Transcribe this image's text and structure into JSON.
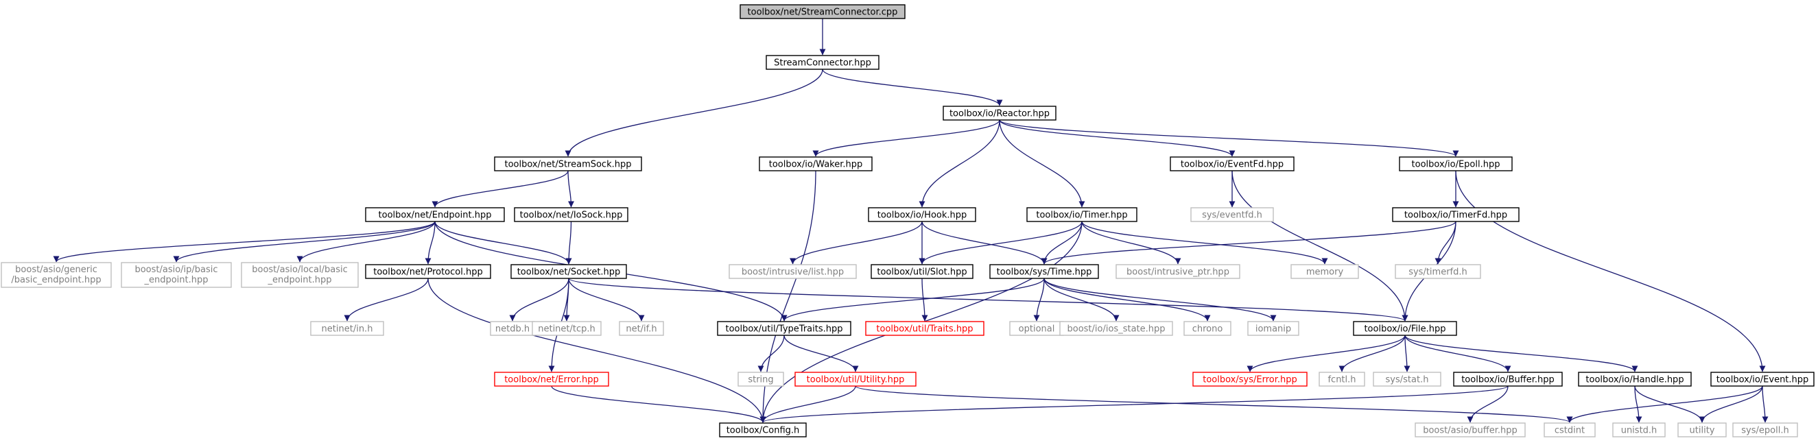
{
  "colors": {
    "edge": "#191970",
    "normal_border": "#000000",
    "normal_text": "#000000",
    "missing_border": "#bfbfbf",
    "missing_text": "#7f7f7f",
    "error_border": "#ff0000",
    "error_text": "#ff0000",
    "root_fill": "#bfbfbf"
  },
  "nodes": [
    {
      "id": "streamconnector_cpp",
      "label": "toolbox/net/StreamConnector.cpp",
      "kind": "root"
    },
    {
      "id": "streamconnector_hpp",
      "label": "StreamConnector.hpp",
      "kind": "normal"
    },
    {
      "id": "reactor",
      "label": "toolbox/io/Reactor.hpp",
      "kind": "normal"
    },
    {
      "id": "streamsock",
      "label": "toolbox/net/StreamSock.hpp",
      "kind": "normal"
    },
    {
      "id": "waker",
      "label": "toolbox/io/Waker.hpp",
      "kind": "normal"
    },
    {
      "id": "eventfd_hpp",
      "label": "toolbox/io/EventFd.hpp",
      "kind": "normal"
    },
    {
      "id": "epoll_hpp",
      "label": "toolbox/io/Epoll.hpp",
      "kind": "normal"
    },
    {
      "id": "endpoint",
      "label": "toolbox/net/Endpoint.hpp",
      "kind": "normal"
    },
    {
      "id": "iosock",
      "label": "toolbox/net/IoSock.hpp",
      "kind": "normal"
    },
    {
      "id": "hook",
      "label": "toolbox/io/Hook.hpp",
      "kind": "normal"
    },
    {
      "id": "timer",
      "label": "toolbox/io/Timer.hpp",
      "kind": "normal"
    },
    {
      "id": "sys_eventfd",
      "label": "sys/eventfd.h",
      "kind": "missing"
    },
    {
      "id": "timerfd_hpp",
      "label": "toolbox/io/TimerFd.hpp",
      "kind": "normal"
    },
    {
      "id": "asio_generic",
      "label": "boost/asio/generic\n/basic_endpoint.hpp",
      "kind": "missing"
    },
    {
      "id": "asio_ip",
      "label": "boost/asio/ip/basic\n_endpoint.hpp",
      "kind": "missing"
    },
    {
      "id": "asio_local",
      "label": "boost/asio/local/basic\n_endpoint.hpp",
      "kind": "missing"
    },
    {
      "id": "protocol",
      "label": "toolbox/net/Protocol.hpp",
      "kind": "normal"
    },
    {
      "id": "socket",
      "label": "toolbox/net/Socket.hpp",
      "kind": "normal"
    },
    {
      "id": "intrusive_list",
      "label": "boost/intrusive/list.hpp",
      "kind": "missing"
    },
    {
      "id": "slot",
      "label": "toolbox/util/Slot.hpp",
      "kind": "normal"
    },
    {
      "id": "time",
      "label": "toolbox/sys/Time.hpp",
      "kind": "normal"
    },
    {
      "id": "intrusive_ptr",
      "label": "boost/intrusive_ptr.hpp",
      "kind": "missing"
    },
    {
      "id": "memory",
      "label": "memory",
      "kind": "missing"
    },
    {
      "id": "sys_timerfd",
      "label": "sys/timerfd.h",
      "kind": "missing"
    },
    {
      "id": "netinet_in",
      "label": "netinet/in.h",
      "kind": "missing"
    },
    {
      "id": "netdb",
      "label": "netdb.h",
      "kind": "missing"
    },
    {
      "id": "netinet_tcp",
      "label": "netinet/tcp.h",
      "kind": "missing"
    },
    {
      "id": "net_if",
      "label": "net/if.h",
      "kind": "missing"
    },
    {
      "id": "typetraits",
      "label": "toolbox/util/TypeTraits.hpp",
      "kind": "normal"
    },
    {
      "id": "traits",
      "label": "toolbox/util/Traits.hpp",
      "kind": "error"
    },
    {
      "id": "optional",
      "label": "optional",
      "kind": "missing"
    },
    {
      "id": "ios_state",
      "label": "boost/io/ios_state.hpp",
      "kind": "missing"
    },
    {
      "id": "chrono",
      "label": "chrono",
      "kind": "missing"
    },
    {
      "id": "iomanip",
      "label": "iomanip",
      "kind": "missing"
    },
    {
      "id": "file",
      "label": "toolbox/io/File.hpp",
      "kind": "normal"
    },
    {
      "id": "net_error",
      "label": "toolbox/net/Error.hpp",
      "kind": "error"
    },
    {
      "id": "string",
      "label": "string",
      "kind": "missing"
    },
    {
      "id": "utility_hpp",
      "label": "toolbox/util/Utility.hpp",
      "kind": "error"
    },
    {
      "id": "sys_error",
      "label": "toolbox/sys/Error.hpp",
      "kind": "error"
    },
    {
      "id": "fcntl",
      "label": "fcntl.h",
      "kind": "missing"
    },
    {
      "id": "sys_stat",
      "label": "sys/stat.h",
      "kind": "missing"
    },
    {
      "id": "buffer",
      "label": "toolbox/io/Buffer.hpp",
      "kind": "normal"
    },
    {
      "id": "handle",
      "label": "toolbox/io/Handle.hpp",
      "kind": "normal"
    },
    {
      "id": "event",
      "label": "toolbox/io/Event.hpp",
      "kind": "normal"
    },
    {
      "id": "config",
      "label": "toolbox/Config.h",
      "kind": "normal"
    },
    {
      "id": "asio_buffer",
      "label": "boost/asio/buffer.hpp",
      "kind": "missing"
    },
    {
      "id": "cstdint",
      "label": "cstdint",
      "kind": "missing"
    },
    {
      "id": "unistd",
      "label": "unistd.h",
      "kind": "missing"
    },
    {
      "id": "utility_std",
      "label": "utility",
      "kind": "missing"
    },
    {
      "id": "sys_epoll",
      "label": "sys/epoll.h",
      "kind": "missing"
    }
  ],
  "edges": [
    [
      "streamconnector_cpp",
      "streamconnector_hpp"
    ],
    [
      "streamconnector_hpp",
      "reactor"
    ],
    [
      "streamconnector_hpp",
      "streamsock"
    ],
    [
      "reactor",
      "waker"
    ],
    [
      "reactor",
      "hook"
    ],
    [
      "reactor",
      "timer"
    ],
    [
      "reactor",
      "eventfd_hpp"
    ],
    [
      "reactor",
      "epoll_hpp"
    ],
    [
      "streamsock",
      "endpoint"
    ],
    [
      "streamsock",
      "iosock"
    ],
    [
      "waker",
      "config"
    ],
    [
      "eventfd_hpp",
      "sys_eventfd"
    ],
    [
      "eventfd_hpp",
      "file"
    ],
    [
      "epoll_hpp",
      "timerfd_hpp"
    ],
    [
      "epoll_hpp",
      "event"
    ],
    [
      "endpoint",
      "asio_generic"
    ],
    [
      "endpoint",
      "asio_ip"
    ],
    [
      "endpoint",
      "asio_local"
    ],
    [
      "endpoint",
      "protocol"
    ],
    [
      "endpoint",
      "socket"
    ],
    [
      "endpoint",
      "typetraits"
    ],
    [
      "iosock",
      "socket"
    ],
    [
      "hook",
      "intrusive_list"
    ],
    [
      "hook",
      "slot"
    ],
    [
      "hook",
      "time"
    ],
    [
      "timer",
      "slot"
    ],
    [
      "timer",
      "time"
    ],
    [
      "timer",
      "intrusive_ptr"
    ],
    [
      "timer",
      "memory"
    ],
    [
      "timer",
      "config"
    ],
    [
      "timerfd_hpp",
      "time"
    ],
    [
      "timerfd_hpp",
      "sys_timerfd"
    ],
    [
      "timerfd_hpp",
      "file"
    ],
    [
      "protocol",
      "netinet_in"
    ],
    [
      "protocol",
      "config"
    ],
    [
      "socket",
      "net_error"
    ],
    [
      "socket",
      "netdb"
    ],
    [
      "socket",
      "netinet_tcp"
    ],
    [
      "socket",
      "net_if"
    ],
    [
      "socket",
      "file"
    ],
    [
      "slot",
      "traits"
    ],
    [
      "time",
      "typetraits"
    ],
    [
      "time",
      "optional"
    ],
    [
      "time",
      "ios_state"
    ],
    [
      "time",
      "chrono"
    ],
    [
      "time",
      "iomanip"
    ],
    [
      "typetraits",
      "string"
    ],
    [
      "typetraits",
      "utility_hpp"
    ],
    [
      "utility_hpp",
      "config"
    ],
    [
      "utility_hpp",
      "cstdint"
    ],
    [
      "net_error",
      "config"
    ],
    [
      "file",
      "sys_error"
    ],
    [
      "file",
      "fcntl"
    ],
    [
      "file",
      "sys_stat"
    ],
    [
      "file",
      "buffer"
    ],
    [
      "file",
      "handle"
    ],
    [
      "buffer",
      "config"
    ],
    [
      "buffer",
      "asio_buffer"
    ],
    [
      "handle",
      "unistd"
    ],
    [
      "handle",
      "utility_std"
    ],
    [
      "event",
      "cstdint"
    ],
    [
      "event",
      "utility_std"
    ],
    [
      "event",
      "sys_epoll"
    ]
  ]
}
